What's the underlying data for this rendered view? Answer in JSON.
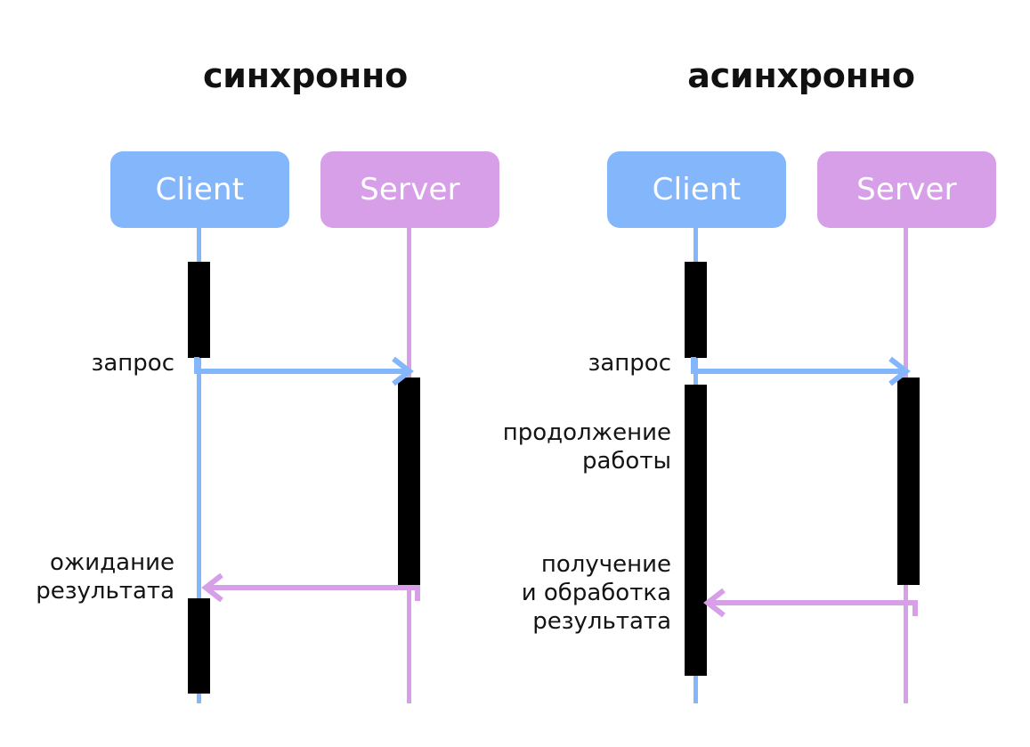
{
  "diagram": {
    "kind": "uml-sequence-diagram",
    "background": "#ffffff",
    "colors": {
      "client": "#84b6fb",
      "server": "#d79fe8",
      "activation": "#000000",
      "text": "#141414",
      "title": "#111111",
      "actor_label": "#ffffff"
    },
    "panels": [
      {
        "id": "sync",
        "title": "синхронно",
        "actors": [
          {
            "id": "client",
            "label": "Client",
            "color": "#84b6fb"
          },
          {
            "id": "server",
            "label": "Server",
            "color": "#d79fe8"
          }
        ],
        "messages": [
          {
            "id": "request",
            "label": "запрос",
            "from": "client",
            "to": "server",
            "direction": "right",
            "color": "#84b6fb"
          },
          {
            "id": "response",
            "label": "ожидание\nрезультата",
            "from": "server",
            "to": "client",
            "direction": "left",
            "color": "#d79fe8"
          }
        ]
      },
      {
        "id": "async",
        "title": "асинхронно",
        "actors": [
          {
            "id": "client",
            "label": "Client",
            "color": "#84b6fb"
          },
          {
            "id": "server",
            "label": "Server",
            "color": "#d79fe8"
          }
        ],
        "messages": [
          {
            "id": "request",
            "label": "запрос",
            "from": "client",
            "to": "server",
            "direction": "right",
            "color": "#84b6fb"
          },
          {
            "id": "continue-work",
            "label": "продолжение\nработы",
            "from": "client",
            "to": "client",
            "direction": "none",
            "color": "#000000"
          },
          {
            "id": "response",
            "label": "получение\nи обработка\nрезультата",
            "from": "server",
            "to": "client",
            "direction": "left",
            "color": "#d79fe8"
          }
        ]
      }
    ]
  }
}
